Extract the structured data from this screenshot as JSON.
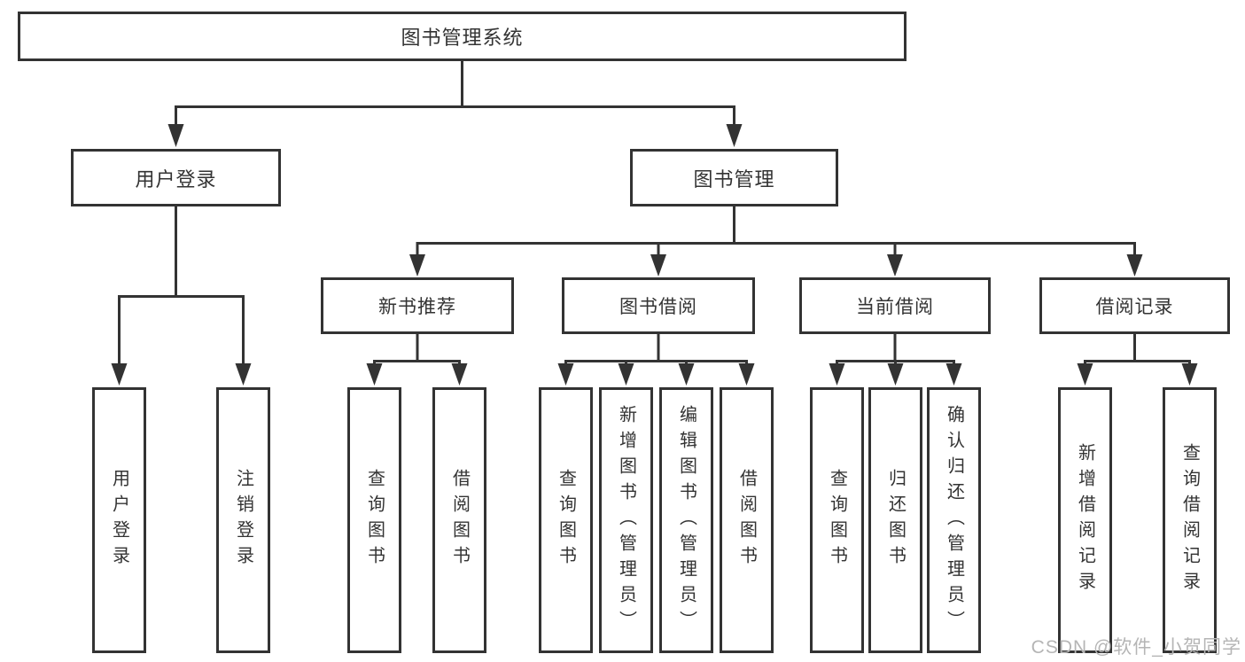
{
  "tree": {
    "label": "图书管理系统",
    "children": [
      {
        "label": "用户登录",
        "children": [
          {
            "label": "用户登录"
          },
          {
            "label": "注销登录"
          }
        ]
      },
      {
        "label": "图书管理",
        "children": [
          {
            "label": "新书推荐",
            "children": [
              {
                "label": "查询图书"
              },
              {
                "label": "借阅图书"
              }
            ]
          },
          {
            "label": "图书借阅",
            "children": [
              {
                "label": "查询图书"
              },
              {
                "label": "新增图书（管理员）"
              },
              {
                "label": "编辑图书（管理员）"
              },
              {
                "label": "借阅图书"
              }
            ]
          },
          {
            "label": "当前借阅",
            "children": [
              {
                "label": "查询图书"
              },
              {
                "label": "归还图书"
              },
              {
                "label": "确认归还（管理员）"
              }
            ]
          },
          {
            "label": "借阅记录",
            "children": [
              {
                "label": "新增借阅记录"
              },
              {
                "label": "查询借阅记录"
              }
            ]
          }
        ]
      }
    ]
  },
  "watermark": {
    "text": "CSDN @软件_小贺同学"
  },
  "colors": {
    "line": "#333333",
    "text": "#333333",
    "box_fill": "#ffffff",
    "background": "#ffffff",
    "watermark": "#b5b5b5"
  }
}
